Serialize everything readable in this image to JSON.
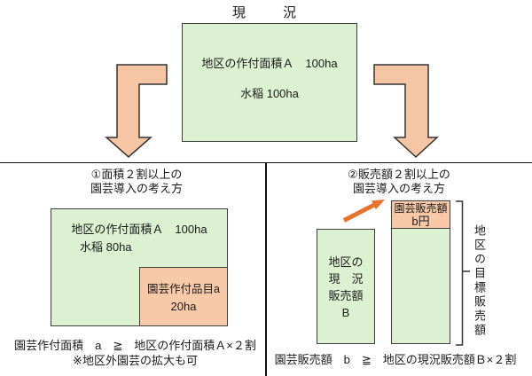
{
  "title": "現　　況",
  "colors": {
    "box_green": "#dcf1d2",
    "box_salmon": "#f8c9a9",
    "arrow_salmon": "#f6c5a3",
    "arrow_orange": "#e8722a",
    "border": "#3f3f3f",
    "divider": "#111111"
  },
  "top_box": {
    "line1": "地区の作付面積Ａ　100ha",
    "line2": "水稲 100ha"
  },
  "left_panel": {
    "heading_line1": "①面積２割以上の",
    "heading_line2": "園芸導入の考え方",
    "box": {
      "line1": "地区の作付面積Ａ　100ha",
      "line2": "水稲 80ha"
    },
    "inner_box": {
      "line1": "園芸作付品目a",
      "line2": "20ha"
    },
    "formula": "園芸作付面積　a　≧　地区の作付面積Ａ×２割",
    "note": "※地区外園芸の拡大も可"
  },
  "right_panel": {
    "heading_line1": "②販売額２割以上の",
    "heading_line2": "園芸導入の考え方",
    "current_bar": {
      "line1": "地区の",
      "line2": "現　況",
      "line3": "販売額",
      "line4": "B"
    },
    "target_bar_top": {
      "line1": "園芸販売額",
      "line2": "b円"
    },
    "bracket_label": "地区の目標販売額",
    "formula": "園芸販売額　b　≧　地区の現況販売額Ｂ×２割"
  }
}
